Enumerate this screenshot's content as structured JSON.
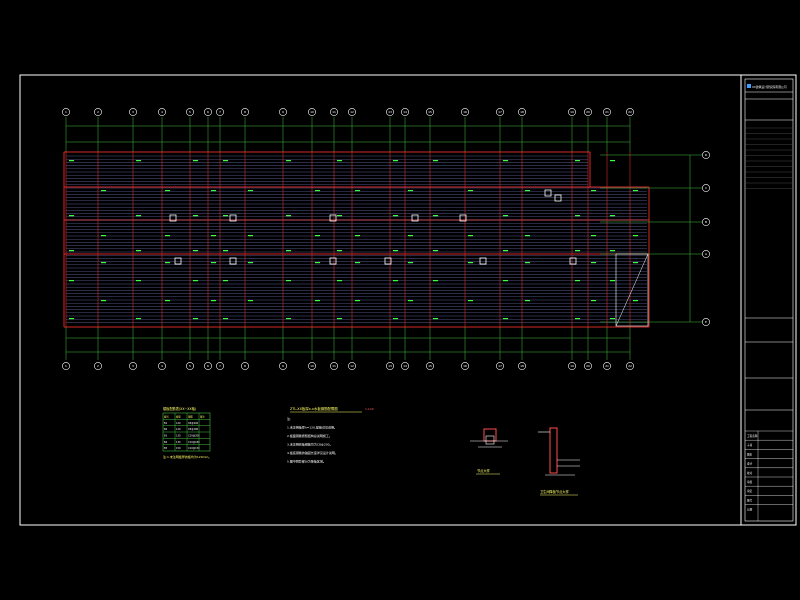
{
  "drawing": {
    "grid_labels_top": [
      "1",
      "2",
      "3",
      "4",
      "5",
      "6",
      "7",
      "8",
      "9",
      "10",
      "11",
      "12",
      "13",
      "14",
      "15",
      "16",
      "17",
      "18",
      "19",
      "20",
      "21",
      "22"
    ],
    "grid_labels_bottom": [
      "1",
      "2",
      "3",
      "4",
      "5",
      "6",
      "7",
      "8",
      "9",
      "10",
      "11",
      "12",
      "13",
      "14",
      "15",
      "16",
      "17",
      "18",
      "19",
      "20",
      "21",
      "22"
    ],
    "grid_labels_right": [
      "D",
      "C",
      "B",
      "A",
      "E"
    ],
    "colors": {
      "background": "#000000",
      "frame": "#ffffff",
      "axis": "#3fbf3f",
      "beam": "#d62828",
      "rebar": "#9aa4ff",
      "annotation": "#3fff3f",
      "text": "#ffff66"
    }
  },
  "notes": {
    "title": "ZTL-XX板厚x-x水板钢筋配置图",
    "scale": "1:100",
    "lines": [
      "注:",
      "1.未注明板厚h=120,配筋详见说明。",
      "2.板面钢筋按照结构总说明施工。",
      "3.未注明的板钢筋均为C8@200。",
      "4.板底钢筋的锚固长度详见设计说明。",
      "5.图中阴影部分为降板区域。"
    ]
  },
  "table": {
    "title": "楼板配筋表(XX~XX轴)",
    "headers": [
      "编号",
      "板厚",
      "钢筋",
      "备注"
    ],
    "rows": [
      [
        "B1",
        "120",
        "C8@200",
        ""
      ],
      [
        "B2",
        "120",
        "C8@180",
        ""
      ],
      [
        "B3",
        "130",
        "C10@200",
        ""
      ],
      [
        "B4",
        "130",
        "C10@180",
        ""
      ],
      [
        "B5",
        "150",
        "C10@150",
        ""
      ]
    ],
    "footnote": "注:1.未注明板厚的板均为120mm。"
  },
  "details": {
    "detail_a_title": "节点大样",
    "detail_b_title": "卫生间降板节点大样"
  },
  "title_block": {
    "company": "XX建筑设计研究院有限公司",
    "rows": [
      "工程名称",
      "子项",
      "图名",
      "设计",
      "校对",
      "审核",
      "审定",
      "图号",
      "日期"
    ]
  }
}
